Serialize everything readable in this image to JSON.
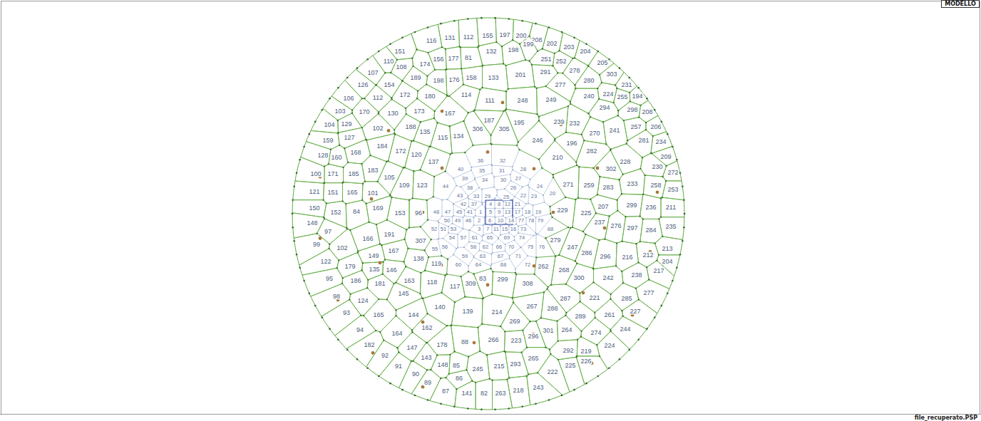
{
  "diagram": {
    "nodes": [
      {
        "text": [
          "MODELLO"
        ]
      }
    ],
    "labels": [
      "151",
      "116",
      "131",
      "112",
      "155",
      "197",
      "200",
      "208",
      "110",
      "108",
      "174",
      "156",
      "177",
      "81",
      "132",
      "198",
      "199",
      "202",
      "203",
      "204",
      "107",
      "154",
      "189",
      "198",
      "176",
      "158",
      "133",
      "201",
      "251",
      "252",
      "291",
      "278",
      "205",
      "303",
      "126",
      "112",
      "172",
      "180",
      "114",
      "111",
      "248",
      "277",
      "280",
      "231",
      "224",
      "106",
      "170",
      "130",
      "173",
      "167",
      "187",
      "249",
      "240",
      "255",
      "194",
      "103",
      "129",
      "102",
      "188",
      "135",
      "134",
      "306",
      "305",
      "195",
      "239",
      "232",
      "294",
      "298",
      "208",
      "104",
      "159",
      "127",
      "184",
      "172",
      "120",
      "115",
      "246",
      "196",
      "281",
      "234",
      "270",
      "241",
      "257",
      "206",
      "128",
      "160",
      "168",
      "183",
      "137",
      "210",
      "100",
      "171",
      "185",
      "105",
      "109",
      "123",
      "282",
      "302",
      "228",
      "230",
      "209",
      "272",
      "121",
      "151",
      "165",
      "101",
      "271",
      "259",
      "283",
      "233",
      "258",
      "253",
      "150",
      "152",
      "84",
      "169",
      "153",
      "96",
      "229",
      "225",
      "207",
      "299",
      "236",
      "211",
      "148",
      "97",
      "166",
      "191",
      "307",
      "279",
      "237",
      "276",
      "297",
      "284",
      "235",
      "99",
      "102",
      "149",
      "167",
      "138",
      "119",
      "247",
      "286",
      "296",
      "216",
      "212",
      "213",
      "204",
      "122",
      "179",
      "135",
      "146",
      "163",
      "118",
      "117",
      "262",
      "268",
      "300",
      "242",
      "238",
      "217",
      "95",
      "186",
      "181",
      "145",
      "140",
      "139",
      "309",
      "83",
      "299",
      "308",
      "287",
      "221",
      "285",
      "277",
      "98",
      "124",
      "144",
      "214",
      "267",
      "288",
      "289",
      "261",
      "227",
      "93",
      "165",
      "162",
      "178",
      "88",
      "266",
      "223",
      "269",
      "94",
      "164",
      "147",
      "296",
      "301",
      "264",
      "274",
      "244",
      "182",
      "92",
      "143",
      "148",
      "85",
      "245",
      "215",
      "293",
      "265",
      "292",
      "219",
      "224",
      "91",
      "90",
      "89",
      "86",
      "87",
      "141",
      "82",
      "263",
      "218",
      "243",
      "222",
      "225",
      "226",
      "36",
      "32",
      "40",
      "35",
      "31",
      "28",
      "39",
      "34",
      "30",
      "27",
      "44",
      "38",
      "26",
      "24",
      "43",
      "33",
      "29",
      "25",
      "22",
      "23",
      "20",
      "42",
      "37",
      "4",
      "8",
      "12",
      "21",
      "48",
      "47",
      "45",
      "41",
      "1",
      "5",
      "9",
      "13",
      "17",
      "18",
      "19",
      "50",
      "49",
      "46",
      "2",
      "6",
      "10",
      "14",
      "77",
      "78",
      "79",
      "52",
      "51",
      "53",
      "3",
      "7",
      "11",
      "15",
      "16",
      "73",
      "88",
      "54",
      "57",
      "61",
      "65",
      "69",
      "74",
      "55",
      "56",
      "58",
      "62",
      "66",
      "70",
      "75",
      "76",
      "59",
      "63",
      "67",
      "71",
      "60",
      "64",
      "68",
      "72",
      "file_recuperato.PSP"
    ]
  }
}
